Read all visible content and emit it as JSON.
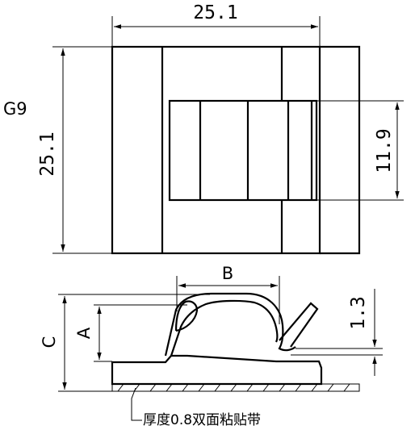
{
  "part_code": "G9",
  "top_view": {
    "width_dim": "25.1",
    "height_dim": "25.1",
    "slot_dim": "11.9"
  },
  "side_view": {
    "dim_b": "B",
    "dim_a": "A",
    "dim_c": "C",
    "gap_dim": "1.3"
  },
  "note": "厚度0.8双面粘贴带"
}
